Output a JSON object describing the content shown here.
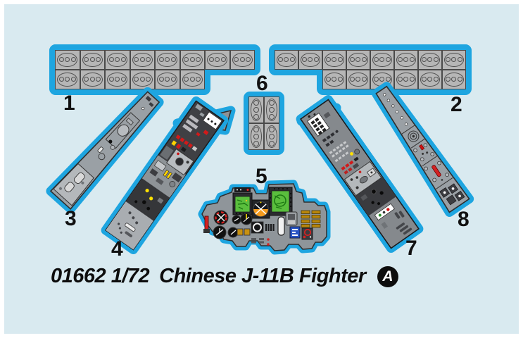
{
  "colors": {
    "background": "#d9eaf0",
    "outline_blue": "#1ea5e0",
    "part_gray": "#b6b6b6"
  },
  "title": {
    "kit_number": "01662",
    "scale": "1/72",
    "kit_name": "Chinese J-11B Fighter",
    "sprue_letter": "A"
  },
  "parts": [
    {
      "label": "1"
    },
    {
      "label": "2"
    },
    {
      "label": "3"
    },
    {
      "label": "4"
    },
    {
      "label": "5"
    },
    {
      "label": "6"
    },
    {
      "label": "7"
    },
    {
      "label": "8"
    }
  ],
  "strips": [
    {
      "part": "1",
      "rows": [
        {
          "count": 8,
          "offset": 0
        },
        {
          "count": 6,
          "offset": 0
        }
      ]
    },
    {
      "part": "2",
      "rows": [
        {
          "count": 8,
          "offset": 0
        },
        {
          "count": 6,
          "offset": 68
        }
      ]
    },
    {
      "part": "6",
      "vertical": true,
      "rows": [
        {
          "count": 2,
          "offset": 0
        },
        {
          "count": 2,
          "offset": 0
        }
      ]
    }
  ]
}
